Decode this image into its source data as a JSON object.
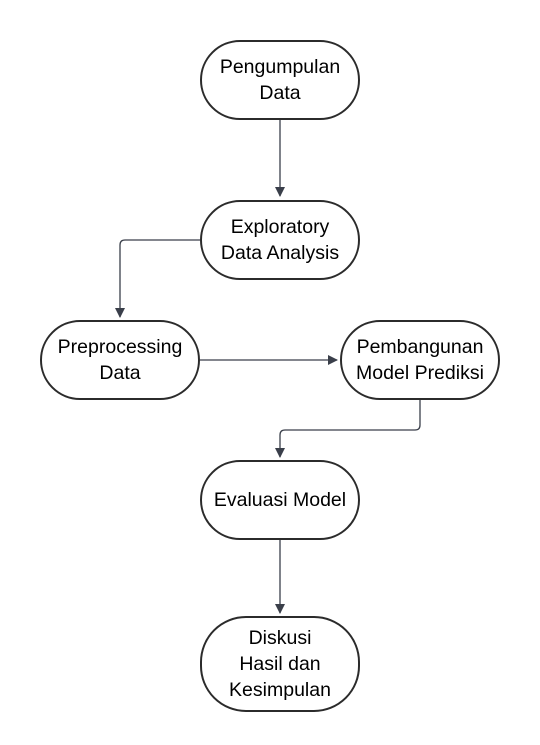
{
  "diagram": {
    "type": "flowchart",
    "nodes": [
      {
        "id": "pengumpulan",
        "lines": [
          "Pengumpulan",
          "Data"
        ]
      },
      {
        "id": "eda",
        "lines": [
          "Exploratory",
          "Data Analysis"
        ]
      },
      {
        "id": "preprocessing",
        "lines": [
          "Preprocessing",
          "Data"
        ]
      },
      {
        "id": "pembangunan",
        "lines": [
          "Pembangunan",
          "Model Prediksi"
        ]
      },
      {
        "id": "evaluasi",
        "lines": [
          "Evaluasi Model"
        ]
      },
      {
        "id": "diskusi",
        "lines": [
          "Diskusi",
          "Hasil dan",
          "Kesimpulan"
        ]
      }
    ],
    "edges": [
      {
        "from": "pengumpulan",
        "to": "eda"
      },
      {
        "from": "eda",
        "to": "preprocessing"
      },
      {
        "from": "preprocessing",
        "to": "pembangunan"
      },
      {
        "from": "pembangunan",
        "to": "evaluasi"
      },
      {
        "from": "evaluasi",
        "to": "diskusi"
      }
    ],
    "colors": {
      "stroke": "#2b2b2b",
      "arrow": "#3a3f4a",
      "fill": "#ffffff",
      "text": "#000000"
    }
  }
}
